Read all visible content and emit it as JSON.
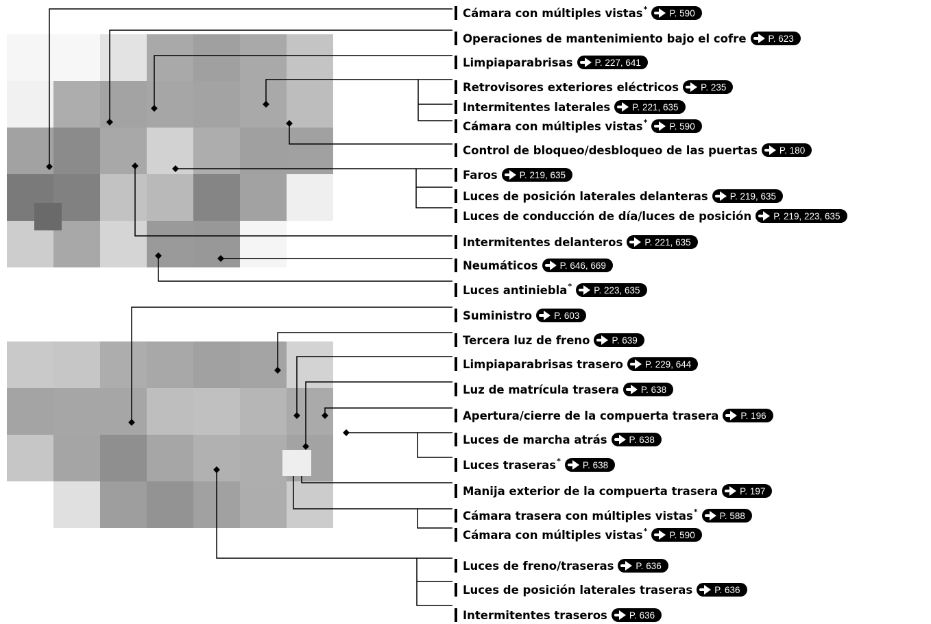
{
  "callouts": [
    {
      "label": "Cámara con múltiples vistas",
      "star": "*",
      "ref": "P. 590"
    },
    {
      "label": "Operaciones de mantenimiento bajo el cofre",
      "star": "",
      "ref": "P. 623"
    },
    {
      "label": "Limpiaparabrisas",
      "star": "",
      "ref": "P. 227, 641"
    },
    {
      "label": "Retrovisores exteriores eléctricos",
      "star": "",
      "ref": "P. 235"
    },
    {
      "label": "Intermitentes laterales",
      "star": "",
      "ref": "P. 221, 635"
    },
    {
      "label": "Cámara con múltiples vistas",
      "star": "*",
      "ref": "P. 590"
    },
    {
      "label": "Control de bloqueo/desbloqueo de las puertas",
      "star": "",
      "ref": "P. 180"
    },
    {
      "label": "Faros",
      "star": "",
      "ref": "P. 219, 635"
    },
    {
      "label": "Luces de posición laterales delanteras",
      "star": "",
      "ref": "P. 219, 635"
    },
    {
      "label": "Luces de conducción de día/luces de posición",
      "star": "",
      "ref": "P. 219, 223, 635"
    },
    {
      "label": "Intermitentes delanteros",
      "star": "",
      "ref": "P. 221, 635"
    },
    {
      "label": "Neumáticos",
      "star": "",
      "ref": "P. 646, 669"
    },
    {
      "label": "Luces antiniebla",
      "star": "*",
      "ref": "P. 223, 635"
    },
    {
      "label": "Suministro",
      "star": "",
      "ref": "P. 603"
    },
    {
      "label": "Tercera luz de freno",
      "star": "",
      "ref": "P. 639"
    },
    {
      "label": "Limpiaparabrisas trasero",
      "star": "",
      "ref": "P. 229, 644"
    },
    {
      "label": "Luz de matrícula trasera",
      "star": "",
      "ref": "P. 638"
    },
    {
      "label": "Apertura/cierre de la compuerta trasera",
      "star": "",
      "ref": "P. 196"
    },
    {
      "label": "Luces de marcha atrás",
      "star": "",
      "ref": "P. 638"
    },
    {
      "label": "Luces traseras",
      "star": "*",
      "ref": "P. 638"
    },
    {
      "label": "Manija exterior de la compuerta trasera",
      "star": "",
      "ref": "P. 197"
    },
    {
      "label": "Cámara trasera con múltiples vistas",
      "star": "*",
      "ref": "P. 588"
    },
    {
      "label": "Cámara con múltiples vistas",
      "star": "*",
      "ref": "P. 590"
    },
    {
      "label": "Luces de freno/traseras",
      "star": "",
      "ref": "P. 636"
    },
    {
      "label": "Luces de posición laterales traseras",
      "star": "",
      "ref": "P. 636"
    },
    {
      "label": "Intermitentes traseros",
      "star": "",
      "ref": "P. 636"
    }
  ],
  "photos": {
    "front": [
      [
        "#f6f6f6",
        "#f7f7f7",
        "#e3e3e3",
        "#a9a9a9",
        "#a0a0a0",
        "#a9a9a9",
        "#c4c4c4"
      ],
      [
        "#f1f1f1",
        "#adadad",
        "#a3a3a3",
        "#a6a6a6",
        "#a3a3a3",
        "#a9a9a9",
        "#bdbdbd"
      ],
      [
        "#a2a2a2",
        "#8b8b8b",
        "#a8a8a8",
        "#d2d2d2",
        "#adadad",
        "#a0a0a0",
        "#a1a1a1"
      ],
      [
        "#7a7a7a",
        "#818181",
        "#c2c2c2",
        "#b9b9b9",
        "#858585",
        "#a2a2a2",
        "#efefef"
      ],
      [
        "#cdcdcd",
        "#a8a8a8",
        "#d5d5d5",
        "#9a9a9a",
        "#989898",
        "#f5f5f5",
        "#ffffff"
      ]
    ],
    "rear": [
      [
        "#ffffff",
        "#ffffff",
        "#ffffff",
        "#ffffff",
        "#ffffff",
        "#ffffff",
        "#ffffff"
      ],
      [
        "#c9c9c9",
        "#c6c6c6",
        "#adadad",
        "#a8a8a8",
        "#a1a1a1",
        "#a4a4a4",
        "#d3d3d3"
      ],
      [
        "#a4a4a4",
        "#a6a6a6",
        "#a6a6a6",
        "#bebebe",
        "#c0c0c0",
        "#b6b6b6",
        "#aaaaaa"
      ],
      [
        "#c6c6c6",
        "#a5a5a5",
        "#8f8f8f",
        "#a6a6a6",
        "#b1b1b1",
        "#aeaeae",
        "#a3a3a3"
      ],
      [
        "#ffffff",
        "#e0e0e0",
        "#9e9e9e",
        "#939393",
        "#a1a1a1",
        "#adadad",
        "#cccccc"
      ]
    ]
  }
}
